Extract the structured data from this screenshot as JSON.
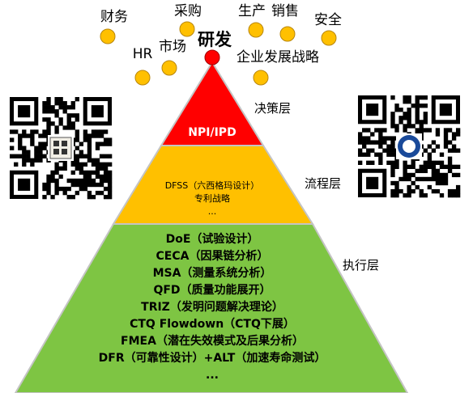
{
  "top_node": {
    "label": "研发"
  },
  "departments": [
    {
      "label": "财务"
    },
    {
      "label": "采购"
    },
    {
      "label": "生产"
    },
    {
      "label": "销售"
    },
    {
      "label": "安全"
    },
    {
      "label": "HR"
    },
    {
      "label": "市场"
    },
    {
      "label": "企业发展战略"
    }
  ],
  "levels": {
    "decision": {
      "name": "决策层",
      "items": [
        "NPI/IPD"
      ],
      "color": "#ff0000",
      "text_color": "#ffffff"
    },
    "process": {
      "name": "流程层",
      "items": [
        "DFSS（六西格玛设计）",
        "专利战略",
        "..."
      ],
      "color": "#ffc000",
      "text_color": "#000000"
    },
    "execution": {
      "name": "执行层",
      "items": [
        "DoE（试验设计）",
        "CECA（因果链分析）",
        "MSA（测量系统分析）",
        "QFD（质量功能展开）",
        "TRIZ（发明问题解决理论）",
        "CTQ Flowdown（CTQ下展）",
        "FMEA（潜在失效模式及后果分析）",
        "DFR（可靠性设计）+ALT（加速寿命测试）",
        "..."
      ],
      "color": "#7ec543",
      "text_color": "#000000"
    }
  },
  "qr_codes": [
    {
      "name": "qr-left"
    },
    {
      "name": "qr-right"
    }
  ],
  "colors": {
    "node_fill": "#ffc000",
    "node_stroke": "#b8860b",
    "apex_fill": "#ff0000",
    "outline": "#c4c4c4"
  }
}
